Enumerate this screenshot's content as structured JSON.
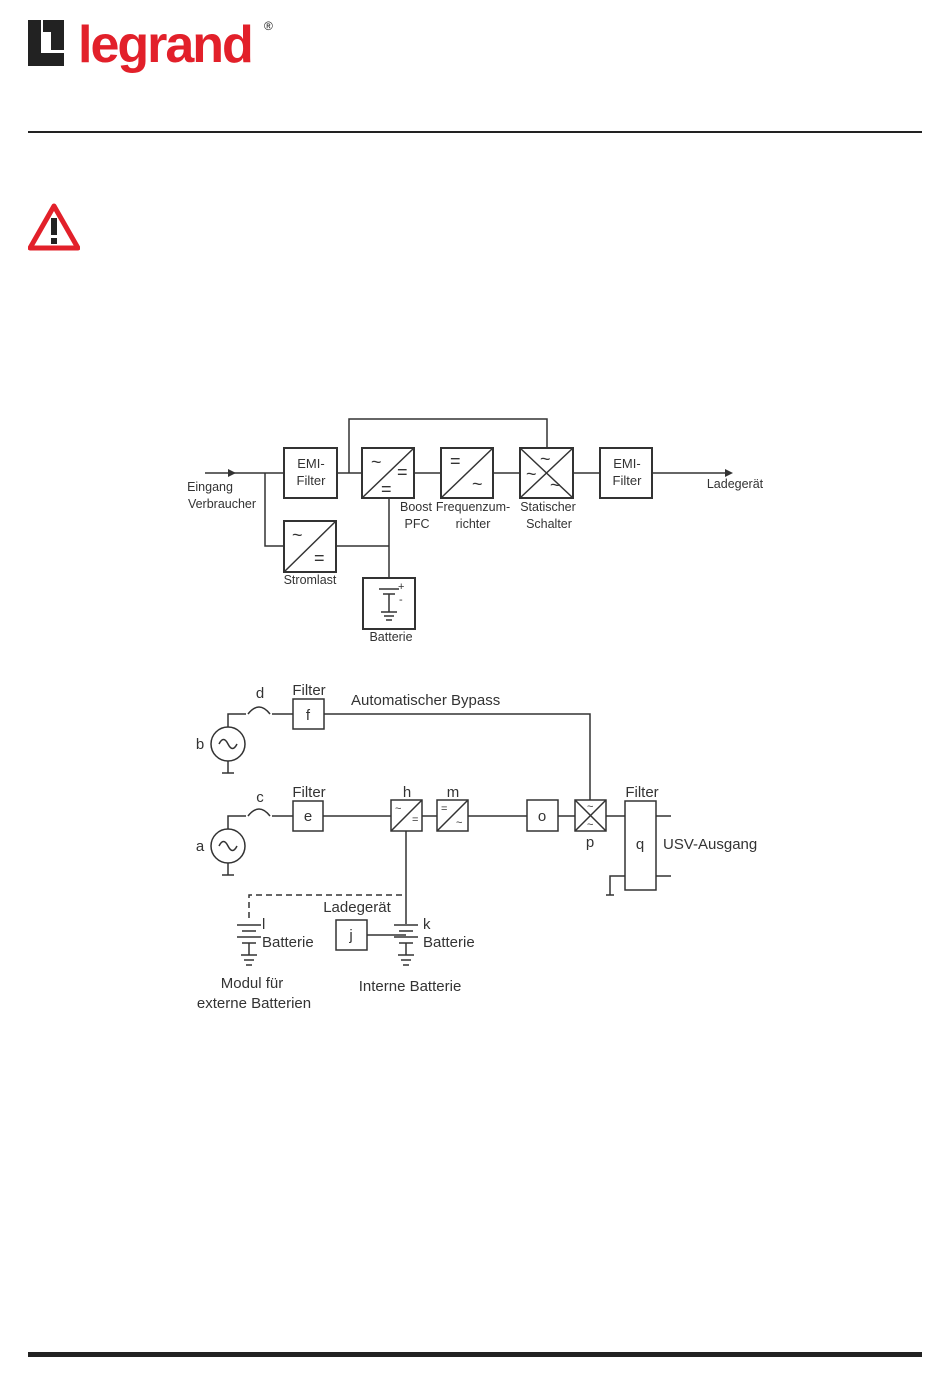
{
  "brand": {
    "logo_text": "legrand",
    "registered": "®",
    "accent_color": "#e2202a"
  },
  "warning_icon": "warning-triangle-icon",
  "diagram1": {
    "input_label_1": "Eingang",
    "input_label_2": "Verbraucher",
    "emi_in_1": "EMI-",
    "emi_in_2": "Filter",
    "boost_1": "Boost",
    "boost_2": "PFC",
    "freq_1": "Frequenzum-",
    "freq_2": "richter",
    "static_1": "Statischer",
    "static_2": "Schalter",
    "emi_out_1": "EMI-",
    "emi_out_2": "Filter",
    "output_label": "Ladegerät",
    "charger_label": "Stromlast",
    "battery_label": "Batterie",
    "sym_ac": "~",
    "sym_dc": "=",
    "plus": "+",
    "minus": "-"
  },
  "diagram2": {
    "b": "b",
    "d": "d",
    "filter_top": "Filter",
    "f": "f",
    "bypass": "Automatischer Bypass",
    "a": "a",
    "c": "c",
    "filter_mid": "Filter",
    "e": "e",
    "h": "h",
    "m": "m",
    "o": "o",
    "p": "p",
    "filter_out": "Filter",
    "q": "q",
    "output": "USV-Ausgang",
    "charger": "Ladegerät",
    "l": "l",
    "batt_l": "Batterie",
    "j": "j",
    "k": "k",
    "batt_k": "Batterie",
    "ext_module_1": "Modul für",
    "ext_module_2": "externe Batterien",
    "internal_battery": "Interne Batterie"
  }
}
